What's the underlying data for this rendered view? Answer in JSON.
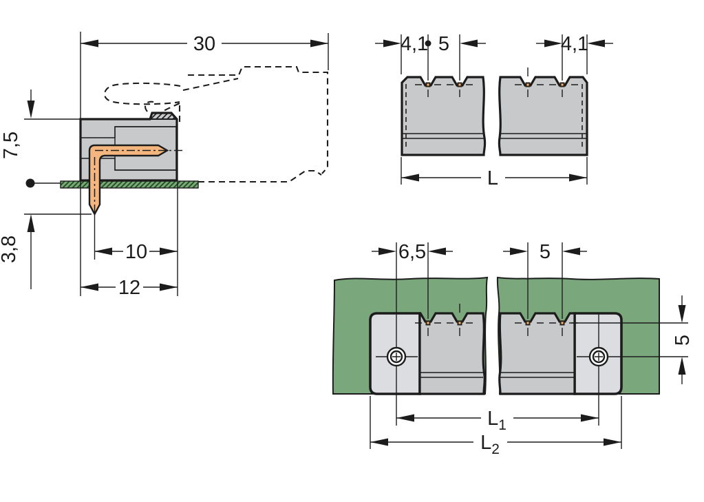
{
  "colors": {
    "line": "#1c1c1c",
    "body": "#c7c9cb",
    "flange": "#dcdde0",
    "pin": "#f4b67e",
    "pinPad": "#2b2217",
    "pcb": "#7aa77b",
    "pcbHatch": "#25501f",
    "white": "#ffffff"
  },
  "dimensions": {
    "side_view": {
      "overall_depth": "30",
      "height_above_board": "7,5",
      "pin_length_below_board": "3,8",
      "pin_to_mating_face": "10",
      "housing_depth": "12"
    },
    "top_view": {
      "end_to_first_pin": "4,1",
      "pin_pitch": "5",
      "last_pin_to_end": "4,1",
      "total_length": "L"
    },
    "footprint_view": {
      "screw_to_first_pin": "6,5",
      "pin_pitch": "5",
      "pin_row_to_screw_axis": "5",
      "screw_spacing": {
        "base": "L",
        "sub": "1"
      },
      "total_length": {
        "base": "L",
        "sub": "2"
      }
    }
  }
}
